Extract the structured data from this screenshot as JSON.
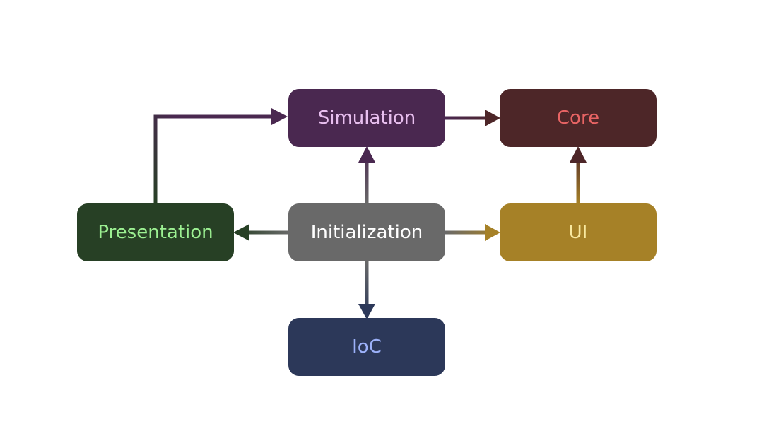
{
  "nodes": {
    "simulation": {
      "label": "Simulation",
      "fill": "#4A2850",
      "text_color": "#E8BFEF"
    },
    "core": {
      "label": "Core",
      "fill": "#4D2628",
      "text_color": "#E86464"
    },
    "presentation": {
      "label": "Presentation",
      "fill": "#274025",
      "text_color": "#9CF092"
    },
    "initialization": {
      "label": "Initialization",
      "fill": "#696969",
      "text_color": "#FFFFFF"
    },
    "ui": {
      "label": "UI",
      "fill": "#A68127",
      "text_color": "#F9E9A0"
    },
    "ioc": {
      "label": "IoC",
      "fill": "#2C3859",
      "text_color": "#9CB1F9"
    }
  },
  "edges": [
    {
      "from": "presentation",
      "to": "simulation"
    },
    {
      "from": "simulation",
      "to": "core"
    },
    {
      "from": "initialization",
      "to": "simulation"
    },
    {
      "from": "ui",
      "to": "core"
    },
    {
      "from": "initialization",
      "to": "presentation"
    },
    {
      "from": "initialization",
      "to": "ui"
    },
    {
      "from": "initialization",
      "to": "ioc"
    }
  ]
}
